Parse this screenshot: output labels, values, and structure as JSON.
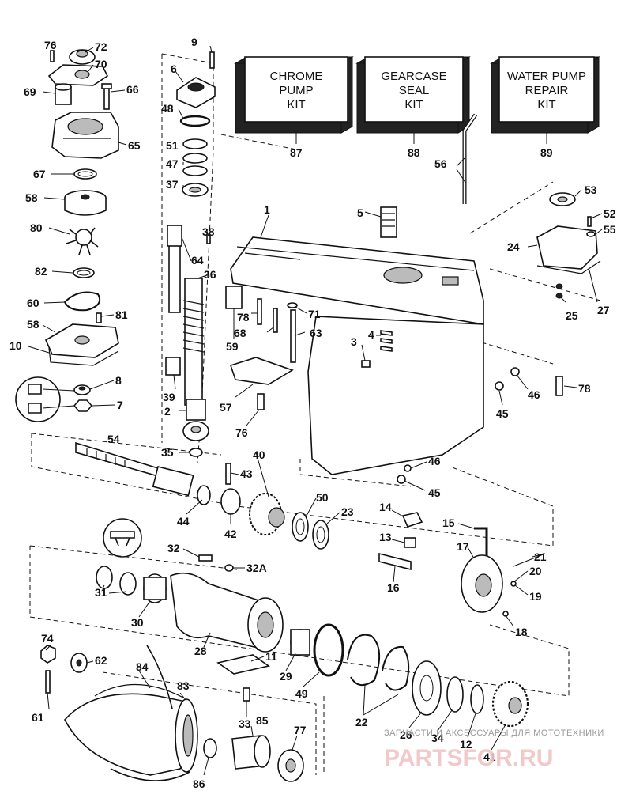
{
  "kits": [
    {
      "line1": "CHROME",
      "line2": "PUMP",
      "line3": "KIT",
      "number": "87"
    },
    {
      "line1": "GEARCASE",
      "line2": "SEAL",
      "line3": "KIT",
      "number": "88"
    },
    {
      "line1": "WATER PUMP",
      "line2": "REPAIR",
      "line3": "KIT",
      "number": "89"
    }
  ],
  "labels": {
    "l1": "1",
    "l2": "2",
    "l3": "3",
    "l4": "4",
    "l5": "5",
    "l6": "6",
    "l7": "7",
    "l8": "8",
    "l9": "9",
    "l10": "10",
    "l11": "11",
    "l12": "12",
    "l13": "13",
    "l14": "14",
    "l15": "15",
    "l16": "16",
    "l17": "17",
    "l18": "18",
    "l19": "19",
    "l20": "20",
    "l21": "21",
    "l22": "22",
    "l23": "23",
    "l24": "24",
    "l25": "25",
    "l26": "26",
    "l27": "27",
    "l28": "28",
    "l29": "29",
    "l30": "30",
    "l31": "31",
    "l32": "32",
    "l32a": "32A",
    "l33": "33",
    "l34": "34",
    "l35": "35",
    "l36": "36",
    "l37": "37",
    "l38": "38",
    "l39": "39",
    "l40": "40",
    "l41": "41",
    "l42": "42",
    "l43": "43",
    "l44": "44",
    "l45a": "45",
    "l45b": "45",
    "l46a": "46",
    "l46b": "46",
    "l47": "47",
    "l48": "48",
    "l49": "49",
    "l50": "50",
    "l51": "51",
    "l52": "52",
    "l53": "53",
    "l54": "54",
    "l55": "55",
    "l56": "56",
    "l57": "57",
    "l58a": "58",
    "l58b": "58",
    "l59": "59",
    "l60": "60",
    "l61": "61",
    "l62": "62",
    "l63": "63",
    "l64": "64",
    "l65": "65",
    "l66": "66",
    "l67": "67",
    "l68": "68",
    "l69": "69",
    "l70": "70",
    "l71": "71",
    "l72": "72",
    "l74": "74",
    "l76a": "76",
    "l76b": "76",
    "l77": "77",
    "l78a": "78",
    "l78b": "78",
    "l80": "80",
    "l81": "81",
    "l82": "82",
    "l83": "83",
    "l84": "84",
    "l85": "85",
    "l86": "86"
  },
  "watermark": {
    "line1": "ЗАПЧАСТИ И АКСЕССУАРЫ ДЛЯ МОТОТЕХНИКИ",
    "line2": "PARTSFOR.RU"
  }
}
